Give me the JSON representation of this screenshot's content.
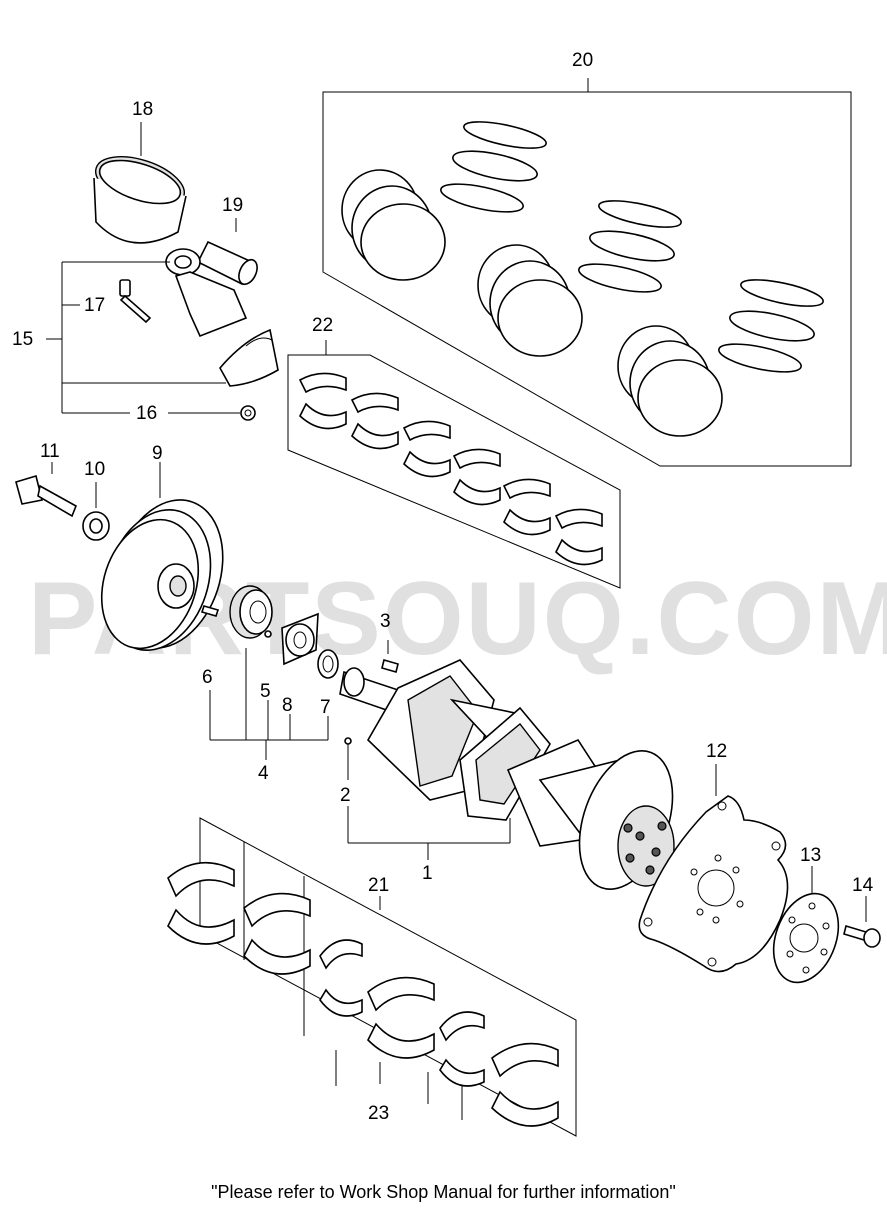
{
  "watermark": "PARTSOUQ.COM",
  "footer_note": "\"Please refer to Work Shop Manual for further information\"",
  "callouts": {
    "c1": "1",
    "c2": "2",
    "c3": "3",
    "c4": "4",
    "c5": "5",
    "c6": "6",
    "c7": "7",
    "c8": "8",
    "c9": "9",
    "c10": "10",
    "c11": "11",
    "c12": "12",
    "c13": "13",
    "c14": "14",
    "c15": "15",
    "c16": "16",
    "c17": "17",
    "c18": "18",
    "c19": "19",
    "c20": "20",
    "c21": "21",
    "c22": "22",
    "c23": "23"
  }
}
